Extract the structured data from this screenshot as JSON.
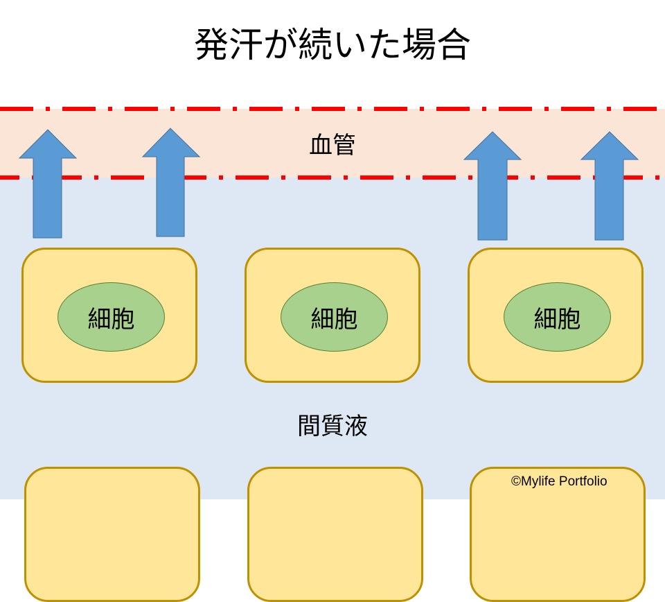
{
  "title": "発汗が続いた場合",
  "vessel": {
    "label": "血管",
    "fill": "#fbe5d6",
    "border_color": "#ff0000"
  },
  "interstitial_fluid": {
    "label": "間質液",
    "fill": "#dee8f5"
  },
  "cells": [
    {
      "nucleus_label": "細胞"
    },
    {
      "nucleus_label": "細胞"
    },
    {
      "nucleus_label": "細胞"
    }
  ],
  "arrows": {
    "count": 4,
    "direction": "up",
    "color": "#5b9bd5",
    "meaning": "water moving from cells/interstitial fluid into blood vessel"
  },
  "copyright": "©Mylife Portfolio"
}
